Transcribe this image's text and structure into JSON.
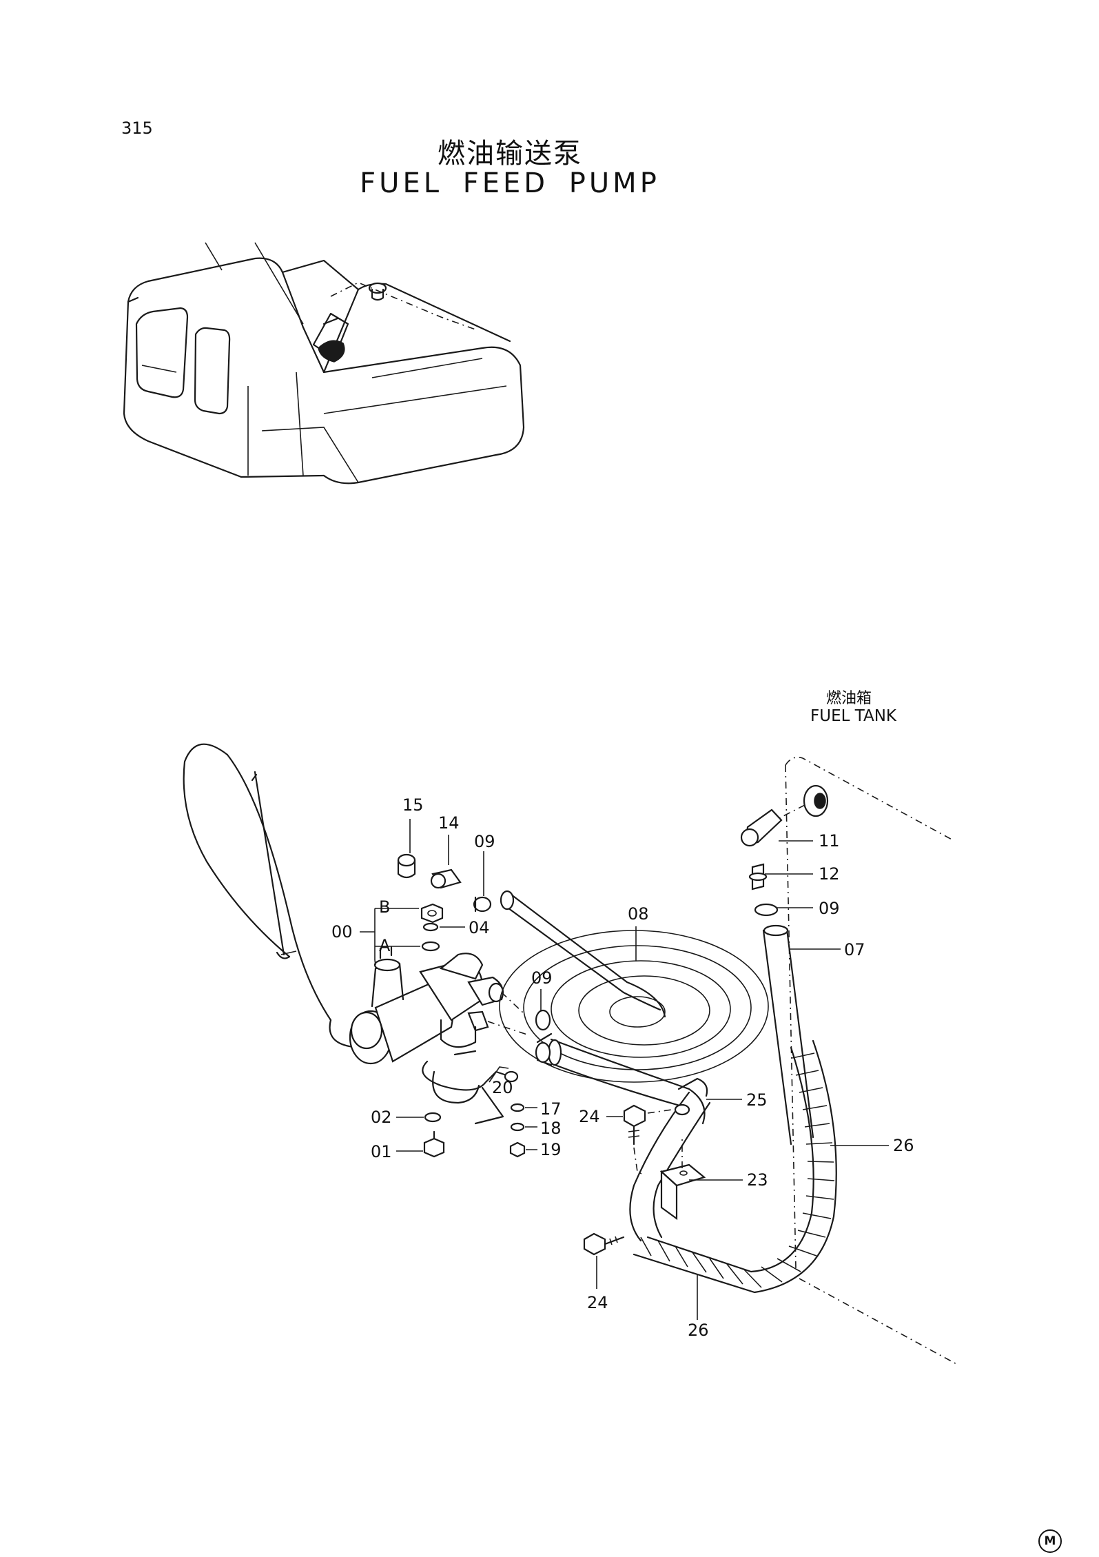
{
  "page": {
    "number": "315",
    "title_cn": "燃油输送泵",
    "title_en": "FUEL FEED PUMP"
  },
  "fuel_tank": {
    "label_cn": "燃油箱",
    "label_en": "FUEL TANK"
  },
  "parts": [
    {
      "id": "label-15",
      "text": "15"
    },
    {
      "id": "label-14",
      "text": "14"
    },
    {
      "id": "label-09-a",
      "text": "09"
    },
    {
      "id": "label-b",
      "text": "B"
    },
    {
      "id": "label-00",
      "text": "00"
    },
    {
      "id": "label-04",
      "text": "04"
    },
    {
      "id": "label-a",
      "text": "A"
    },
    {
      "id": "label-08",
      "text": "08"
    },
    {
      "id": "label-09-b",
      "text": "09"
    },
    {
      "id": "label-20",
      "text": "20"
    },
    {
      "id": "label-17",
      "text": "17"
    },
    {
      "id": "label-18",
      "text": "18"
    },
    {
      "id": "label-19",
      "text": "19"
    },
    {
      "id": "label-02",
      "text": "02"
    },
    {
      "id": "label-01",
      "text": "01"
    },
    {
      "id": "label-24-a",
      "text": "24"
    },
    {
      "id": "label-25",
      "text": "25"
    },
    {
      "id": "label-11",
      "text": "11"
    },
    {
      "id": "label-12",
      "text": "12"
    },
    {
      "id": "label-09-c",
      "text": "09"
    },
    {
      "id": "label-07",
      "text": "07"
    },
    {
      "id": "label-26-a",
      "text": "26"
    },
    {
      "id": "label-23",
      "text": "23"
    },
    {
      "id": "label-24-b",
      "text": "24"
    },
    {
      "id": "label-26-b",
      "text": "26"
    }
  ],
  "corner_mark": "M"
}
